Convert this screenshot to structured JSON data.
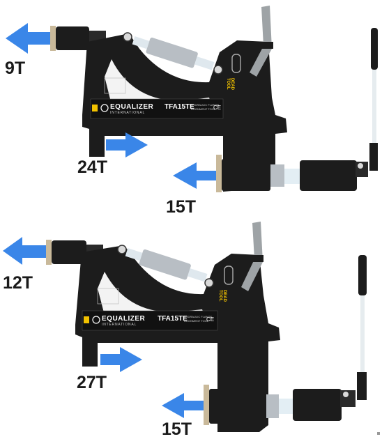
{
  "tool": {
    "brand": "EQUALIZER",
    "brand_sub": "INTERNATIONAL",
    "model": "TFA15TE",
    "description_line1": "HYDRAULIC FLANGE",
    "description_line2": "ALIGNMENT TOOL",
    "side_badge_line1": "DEAD",
    "side_badge_line2": "TOOL",
    "ce_mark": "CE"
  },
  "colors": {
    "arrow": "#3a86e8",
    "body": "#1c1c1c",
    "body_edge": "#444444",
    "cylinder": "#b8bec4",
    "handle": "#9ea3a6",
    "ring": "#c9b99a"
  },
  "configurations": [
    {
      "forces": {
        "top_pull": "9T",
        "mid_push": "24T",
        "bottom_pull": "15T"
      }
    },
    {
      "forces": {
        "top_pull": "12T",
        "mid_push": "27T",
        "bottom_pull": "15T"
      }
    }
  ]
}
